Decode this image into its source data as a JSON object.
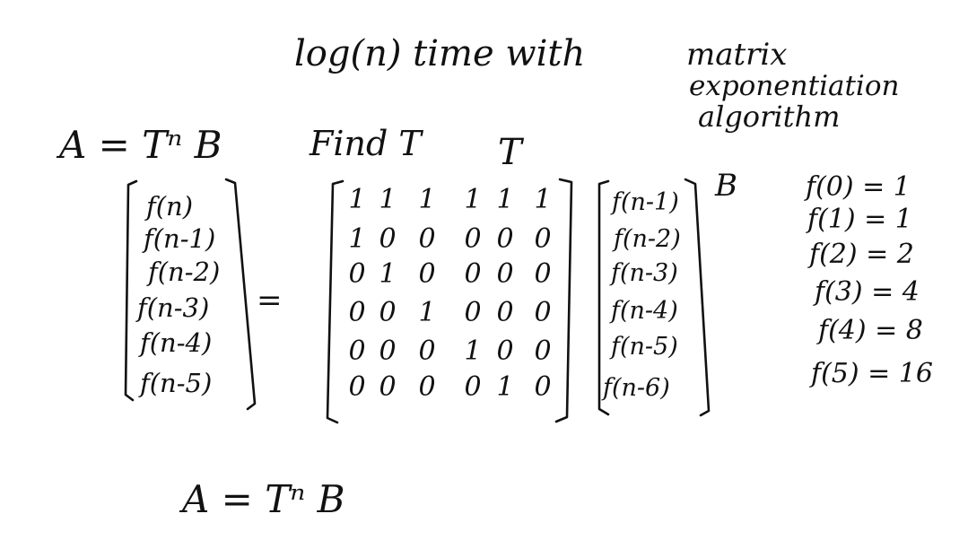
{
  "heading": {
    "line1": "log(n) time with",
    "line2_a": "matrix",
    "line2_b": "exponentiation",
    "line2_c": "algorithm"
  },
  "top_equation": "A = Tⁿ B",
  "find_label": "Find T",
  "t_label": "T",
  "b_label": "B",
  "equals": "=",
  "bottom_equation": "A = Tⁿ B",
  "vector_a": [
    "f(n)",
    "f(n-1)",
    "f(n-2)",
    "f(n-3)",
    "f(n-4)",
    "f(n-5)"
  ],
  "matrix_t": [
    [
      "1",
      "1",
      "1",
      "1",
      "1",
      "1"
    ],
    [
      "1",
      "0",
      "0",
      "0",
      "0",
      "0"
    ],
    [
      "0",
      "1",
      "0",
      "0",
      "0",
      "0"
    ],
    [
      "0",
      "0",
      "1",
      "0",
      "0",
      "0"
    ],
    [
      "0",
      "0",
      "0",
      "1",
      "0",
      "0"
    ],
    [
      "0",
      "0",
      "0",
      "0",
      "1",
      "0"
    ]
  ],
  "vector_b": [
    "f(n-1)",
    "f(n-2)",
    "f(n-3)",
    "f(n-4)",
    "f(n-5)",
    "f(n-6)"
  ],
  "base_cases": [
    "f(0) = 1",
    "f(1) = 1",
    "f(2) = 2",
    "f(3) = 4",
    "f(4) = 8",
    "f(5) = 16"
  ]
}
